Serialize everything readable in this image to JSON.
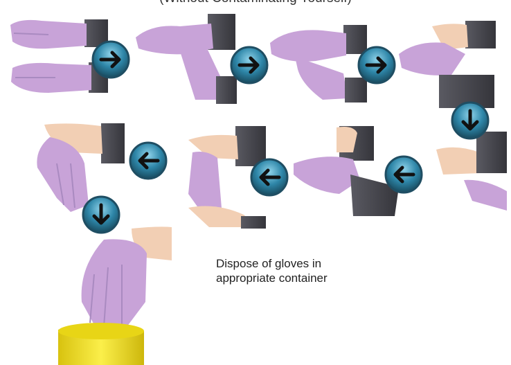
{
  "title": "(Without Contaminating Yourself)",
  "caption": {
    "line1": "Dispose of gloves in",
    "line2": "appropriate container"
  },
  "colors": {
    "glove": "#c8a3d8",
    "glove_shadow": "#a98ac0",
    "sleeve": "#4b4b52",
    "skin": "#f2cfb4",
    "button": "#2e86a8",
    "button_ring": "#1f4e63",
    "bin": "#f1e21a"
  },
  "steps": [
    {
      "id": 1,
      "arrow": "right-arrow-icon"
    },
    {
      "id": 2,
      "arrow": "right-arrow-icon"
    },
    {
      "id": 3,
      "arrow": "right-arrow-icon"
    },
    {
      "id": 4,
      "arrow": "down-arrow-icon"
    },
    {
      "id": 5,
      "arrow": "left-arrow-icon"
    },
    {
      "id": 6,
      "arrow": "left-arrow-icon"
    },
    {
      "id": 7,
      "arrow": "left-arrow-icon"
    },
    {
      "id": 8,
      "arrow": "down-arrow-icon"
    }
  ]
}
